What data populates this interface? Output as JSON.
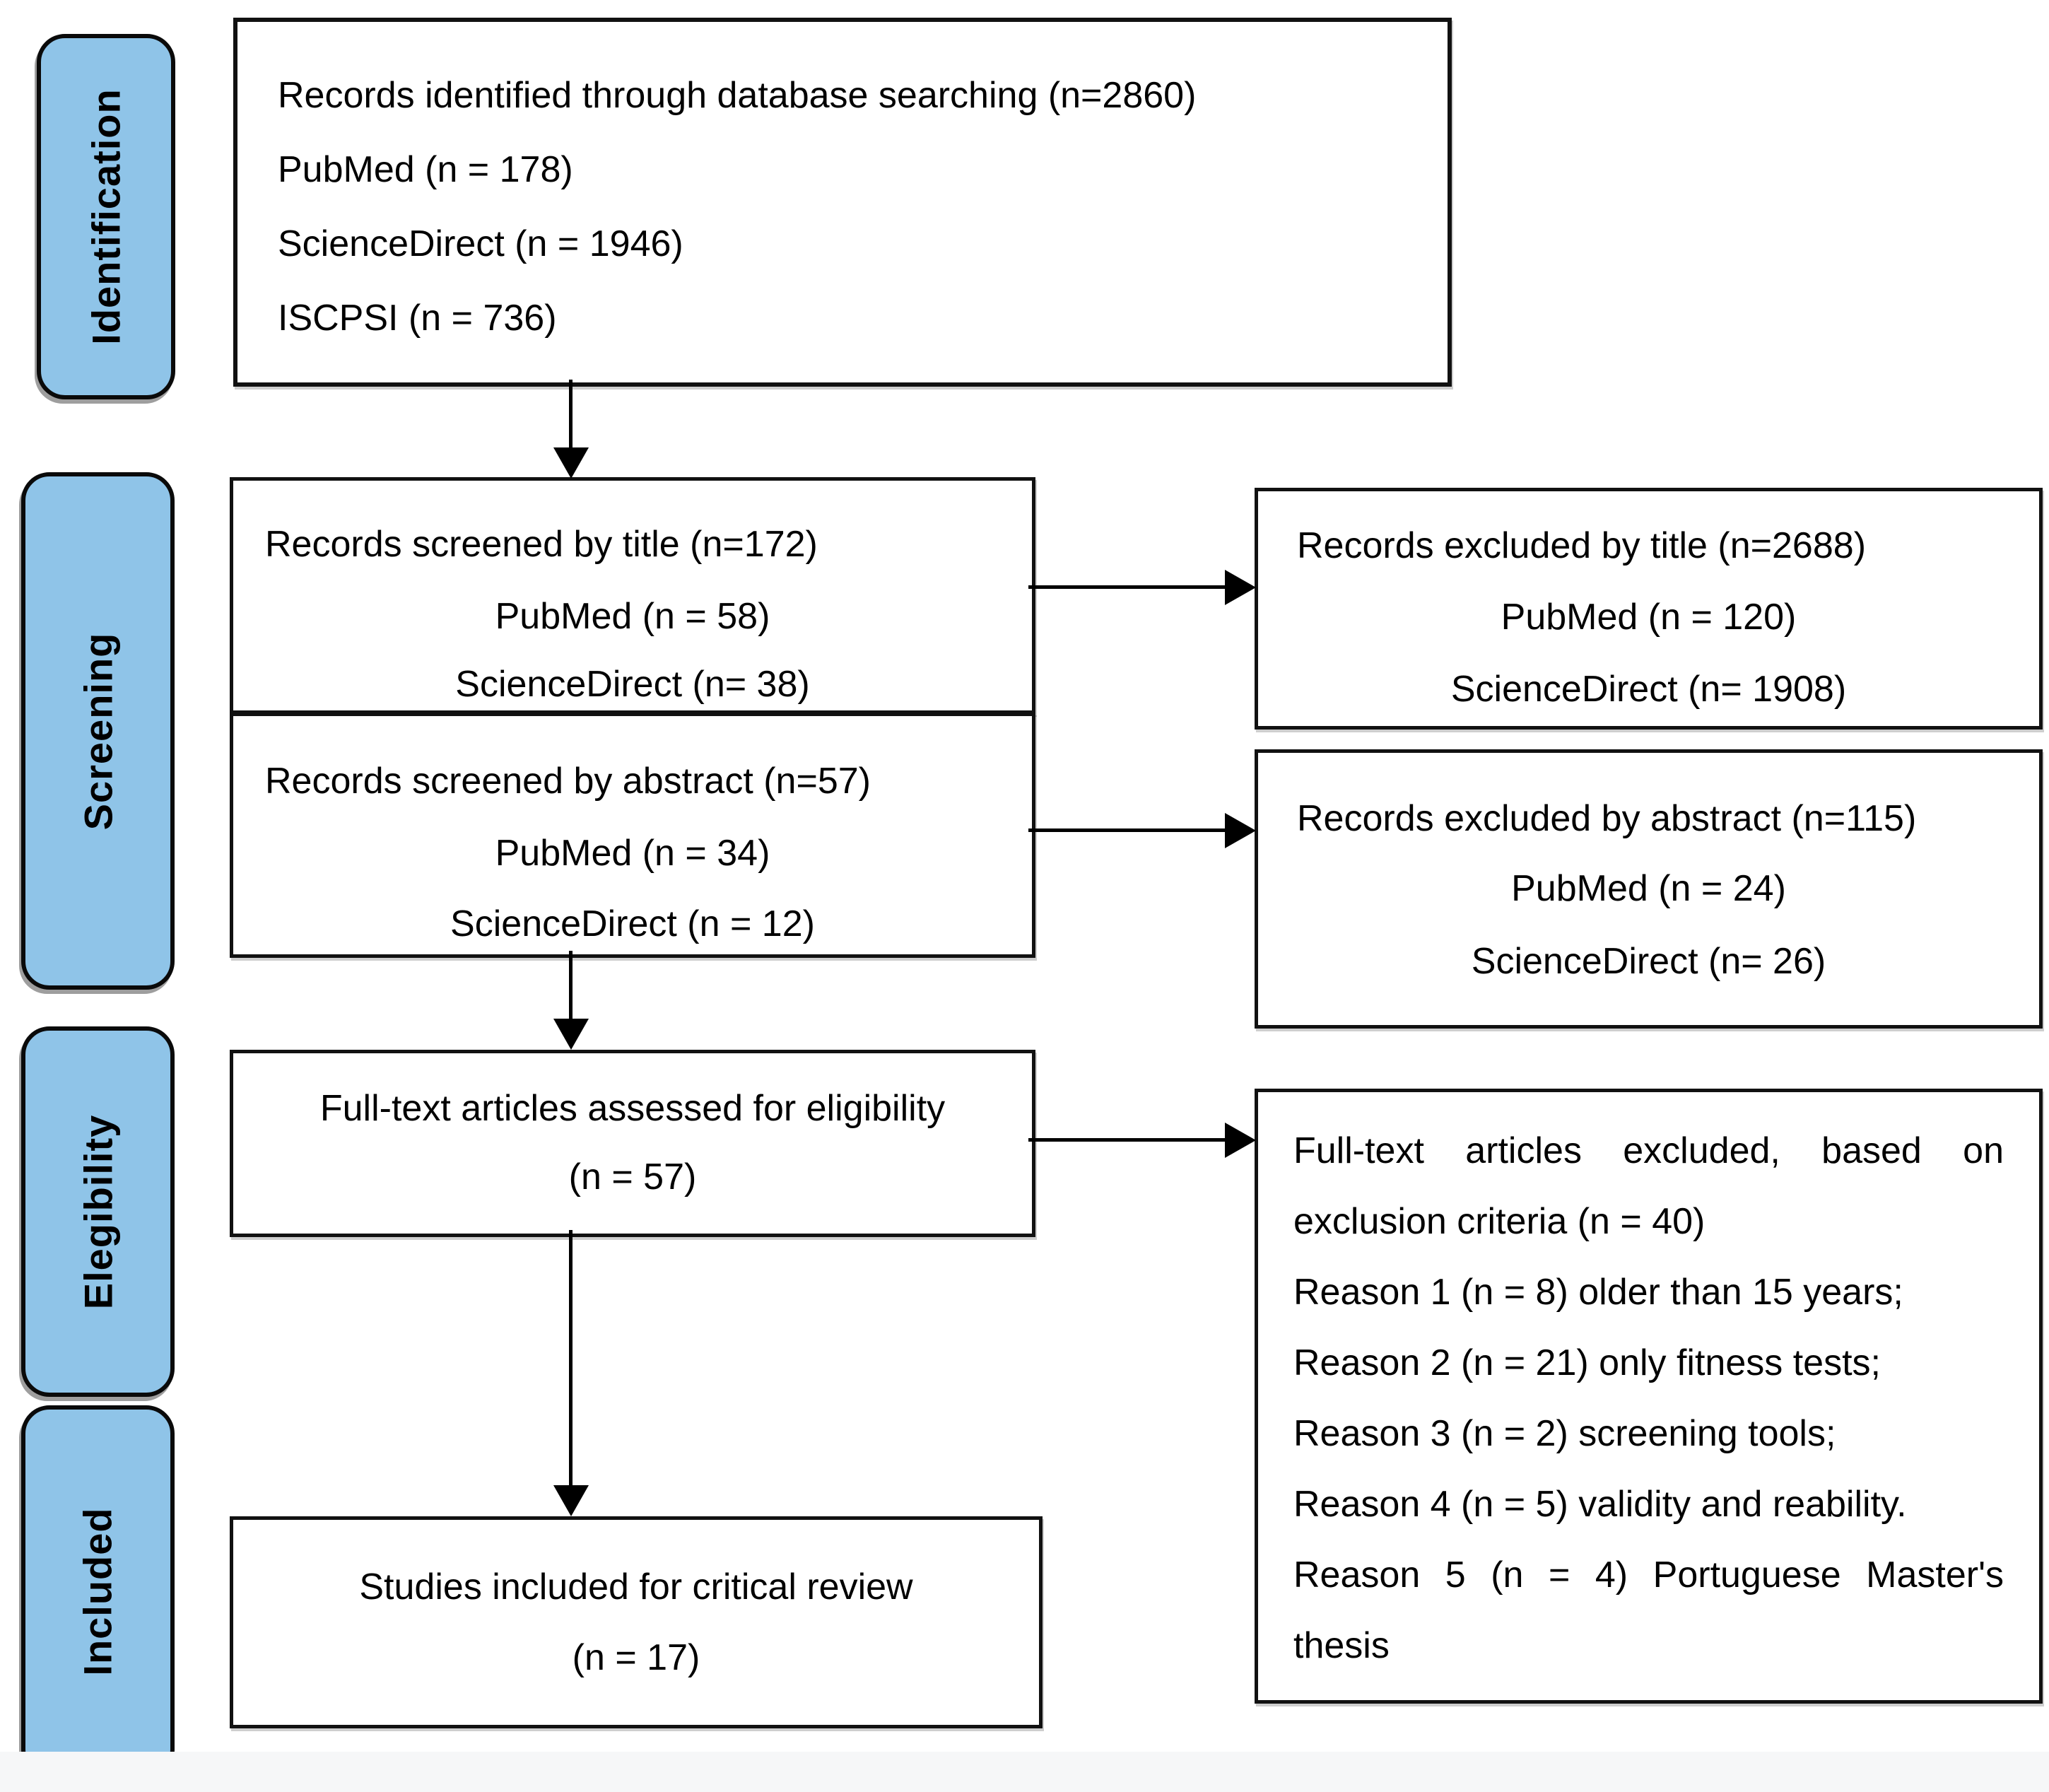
{
  "colors": {
    "stage_fill": "#8FC4E8",
    "stage_border": "#0a0a0a",
    "box_border": "#111111",
    "arrow": "#000000",
    "text": "#000000"
  },
  "stages": [
    {
      "label": "Identification"
    },
    {
      "label": "Screening"
    },
    {
      "label": "Elegibility"
    },
    {
      "label": "Included"
    }
  ],
  "boxes": {
    "identified": {
      "lines": [
        "Records identified through database searching (n=2860)",
        "PubMed (n = 178)",
        "ScienceDirect (n = 1946)",
        "ISCPSI (n = 736)"
      ]
    },
    "screened_title": {
      "lines": [
        "Records screened by title (n=172)",
        "PubMed (n = 58)",
        "ScienceDirect (n= 38)"
      ]
    },
    "excluded_title": {
      "lines": [
        "Records excluded by title (n=2688)",
        "PubMed (n = 120)",
        "ScienceDirect (n= 1908)"
      ]
    },
    "screened_abstract": {
      "lines": [
        "Records screened by abstract (n=57)",
        "PubMed (n = 34)",
        "ScienceDirect (n = 12)"
      ]
    },
    "excluded_abstract": {
      "lines": [
        "Records excluded by abstract (n=115)",
        "PubMed (n = 24)",
        "ScienceDirect (n= 26)"
      ]
    },
    "fulltext_assessed": {
      "lines": [
        "Full-text articles assessed for eligibility",
        "(n = 57)"
      ]
    },
    "fulltext_excluded": {
      "lines": [
        "Full-text articles excluded, based on",
        "exclusion criteria (n = 40)",
        "Reason 1 (n = 8) older than 15 years;",
        "Reason 2 (n = 21) only fitness tests;",
        "Reason 3 (n = 2) screening tools;",
        "Reason 4 (n = 5) validity and reability.",
        "Reason 5 (n = 4) Portuguese Master's",
        "thesis"
      ]
    },
    "included_studies": {
      "lines": [
        "Studies included for critical review",
        "(n = 17)"
      ]
    }
  }
}
